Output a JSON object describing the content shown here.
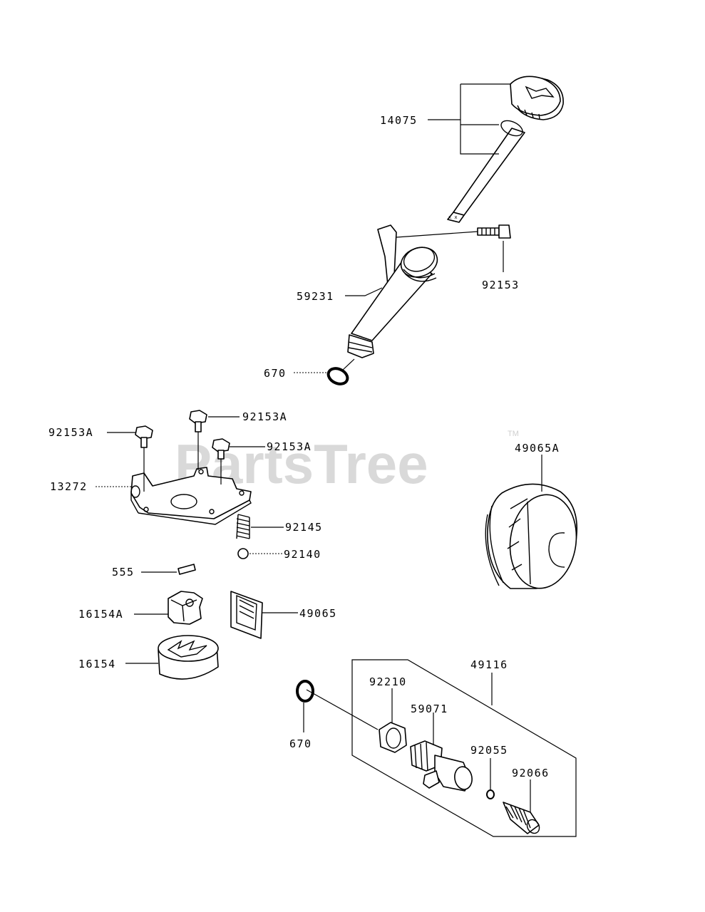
{
  "watermark": {
    "text": "PartsTree",
    "trademark": "TM"
  },
  "labels": {
    "p14075": "14075",
    "p92153": "92153",
    "p59231": "59231",
    "p670_top": "670",
    "p92153A_1": "92153A",
    "p92153A_2": "92153A",
    "p92153A_3": "92153A",
    "p13272": "13272",
    "p92145": "92145",
    "p92140": "92140",
    "p555": "555",
    "p16154A": "16154A",
    "p49065": "49065",
    "p16154": "16154",
    "p49065A": "49065A",
    "p49116": "49116",
    "p92210": "92210",
    "p59071": "59071",
    "p670_bottom": "670",
    "p92055": "92055",
    "p92066": "92066"
  }
}
